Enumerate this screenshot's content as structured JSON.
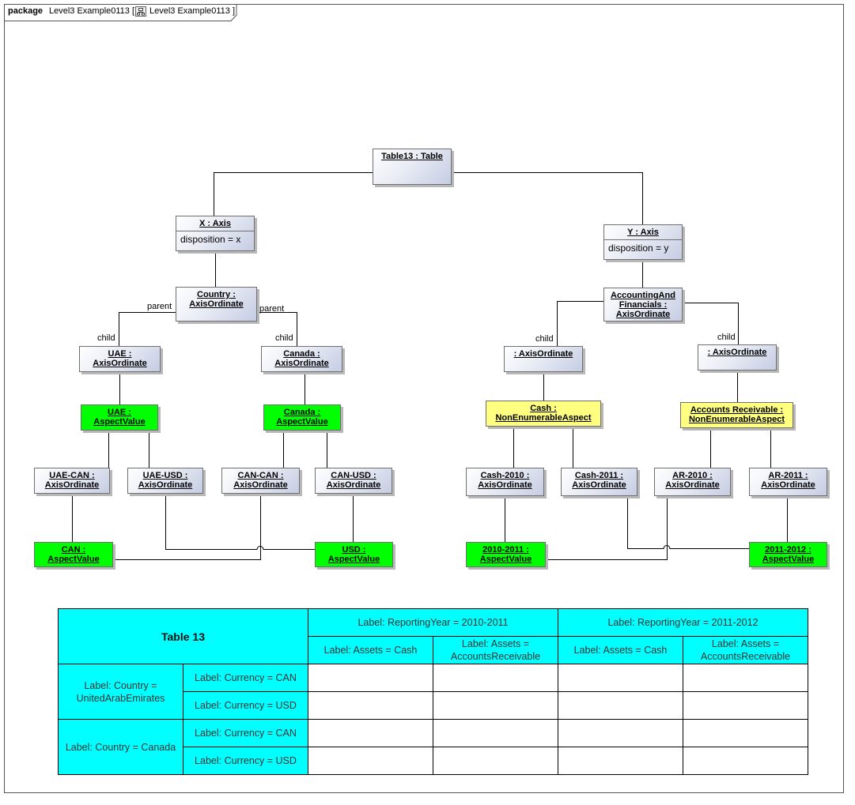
{
  "header": {
    "keyword": "package",
    "name": "Level3 Example0113 [",
    "diagram_ref": "Level3 Example0113 ]",
    "diagram_icon": "class-diagram-icon"
  },
  "nodes": {
    "table13": {
      "lines": [
        "Table13 : Table"
      ]
    },
    "x_axis": {
      "lines": [
        "X : Axis"
      ],
      "attr": "disposition = x"
    },
    "y_axis": {
      "lines": [
        "Y : Axis"
      ],
      "attr": "disposition = y"
    },
    "country": {
      "lines": [
        "Country :",
        "AxisOrdinate"
      ]
    },
    "acc_fin": {
      "lines": [
        "AccountingAnd",
        "Financials :",
        "AxisOrdinate"
      ]
    },
    "uae": {
      "lines": [
        "UAE :",
        "AxisOrdinate"
      ]
    },
    "canada": {
      "lines": [
        "Canada :",
        "AxisOrdinate"
      ]
    },
    "ord_left": {
      "lines": [
        ": AxisOrdinate"
      ]
    },
    "ord_right": {
      "lines": [
        ": AxisOrdinate"
      ]
    },
    "uae_av": {
      "lines": [
        "UAE :",
        "AspectValue"
      ]
    },
    "canada_av": {
      "lines": [
        "Canada :",
        "AspectValue"
      ]
    },
    "cash": {
      "lines": [
        "Cash :",
        "NonEnumerableAspect"
      ]
    },
    "ar": {
      "lines": [
        "Accounts Receivable :",
        "NonEnumerableAspect"
      ]
    },
    "uae_can": {
      "lines": [
        "UAE-CAN :",
        "AxisOrdinate"
      ]
    },
    "uae_usd": {
      "lines": [
        "UAE-USD :",
        "AxisOrdinate"
      ]
    },
    "can_can": {
      "lines": [
        "CAN-CAN :",
        "AxisOrdinate"
      ]
    },
    "can_usd": {
      "lines": [
        "CAN-USD :",
        "AxisOrdinate"
      ]
    },
    "cash_2010": {
      "lines": [
        "Cash-2010 :",
        "AxisOrdinate"
      ]
    },
    "cash_2011": {
      "lines": [
        "Cash-2011 :",
        "AxisOrdinate"
      ]
    },
    "ar_2010": {
      "lines": [
        "AR-2010 :",
        "AxisOrdinate"
      ]
    },
    "ar_2011": {
      "lines": [
        "AR-2011 :",
        "AxisOrdinate"
      ]
    },
    "can_av": {
      "lines": [
        "CAN :",
        "AspectValue"
      ]
    },
    "usd_av": {
      "lines": [
        "USD :",
        "AspectValue"
      ]
    },
    "y2010_av": {
      "lines": [
        "2010-2011 :",
        "AspectValue"
      ]
    },
    "y2011_av": {
      "lines": [
        "2011-2012 :",
        "AspectValue"
      ]
    }
  },
  "edge_labels": {
    "parent_left": "parent",
    "parent_right": "parent",
    "child_uae": "child",
    "child_canada": "child",
    "child_ord_left": "child",
    "child_ord_right": "child"
  },
  "table": {
    "title": "Table 13",
    "col_groups": [
      "Label: ReportingYear = 2010-2011",
      "Label: ReportingYear = 2011-2012"
    ],
    "col_heads": [
      "Label: Assets = Cash",
      "Label: Assets = AccountsReceivable",
      "Label: Assets = Cash",
      "Label: Assets = AccountsReceivable"
    ],
    "row_groups": [
      "Label: Country = UnitedArabEmirates",
      "Label: Country = Canada"
    ],
    "row_heads": [
      "Label: Currency = CAN",
      "Label: Currency = USD",
      "Label: Currency = CAN",
      "Label: Currency = USD"
    ],
    "colors": {
      "header": "#00ffff",
      "body": "#ffffff"
    }
  },
  "colors": {
    "aspect_value": "#00ff00",
    "aspect": "#ffff80",
    "line": "#000000"
  }
}
